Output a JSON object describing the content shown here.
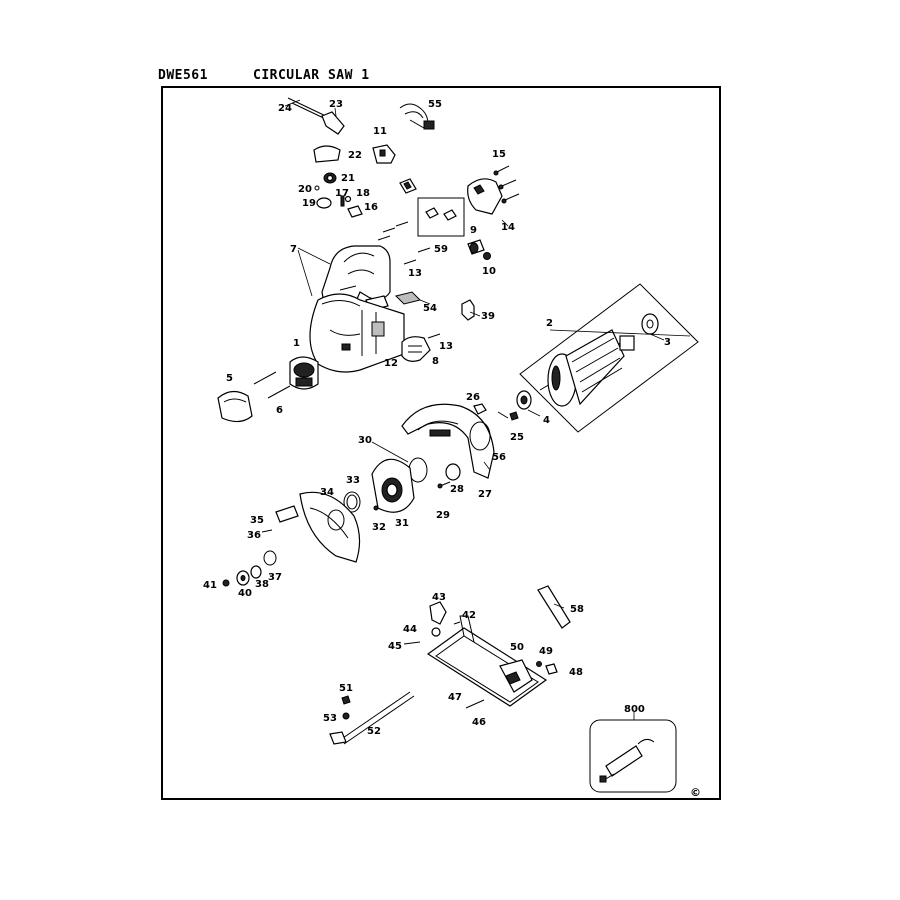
{
  "header": {
    "model": "DWE561",
    "title": "CIRCULAR SAW 1"
  },
  "copyright_mark": "©",
  "part_labels": {
    "p1": "1",
    "p2": "2",
    "p3": "3",
    "p4": "4",
    "p5": "5",
    "p6": "6",
    "p7": "7",
    "p8": "8",
    "p9": "9",
    "p10": "10",
    "p11": "11",
    "p12": "12",
    "p13a": "13",
    "p13b": "13",
    "p14": "14",
    "p15": "15",
    "p16": "16",
    "p17": "17",
    "p18": "18",
    "p19": "19",
    "p20": "20",
    "p21": "21",
    "p22": "22",
    "p23": "23",
    "p24": "24",
    "p25": "25",
    "p26": "26",
    "p27": "27",
    "p28": "28",
    "p29": "29",
    "p30": "30",
    "p31": "31",
    "p32": "32",
    "p33": "33",
    "p34": "34",
    "p35": "35",
    "p36": "36",
    "p37": "37",
    "p38": "38",
    "p39": "39",
    "p40": "40",
    "p41": "41",
    "p42": "42",
    "p43": "43",
    "p44": "44",
    "p45": "45",
    "p46": "46",
    "p47": "47",
    "p48": "48",
    "p49": "49",
    "p50": "50",
    "p51": "51",
    "p52": "52",
    "p53": "53",
    "p54": "54",
    "p55": "55",
    "p56": "56",
    "p58": "58",
    "p59": "59",
    "p800": "800"
  }
}
